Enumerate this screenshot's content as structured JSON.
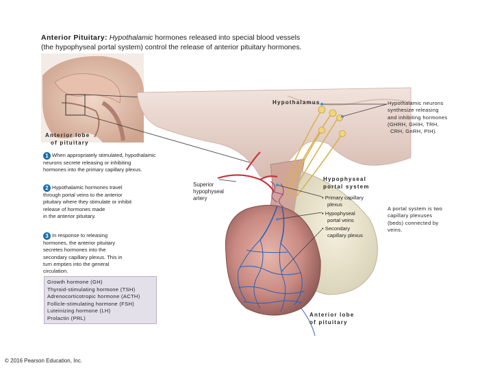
{
  "title": {
    "line1_bold": "Anterior Pituitary:",
    "line1_italic": "Hypothalamic",
    "line1_rest": "hormones released into special blood vessels",
    "line2": "(the hypophyseal portal system) control the release of anterior pituitary hormones."
  },
  "labels": {
    "hypothalamus": "Hypothalamus",
    "anterior_lobe_left_1": "Anterior lobe",
    "anterior_lobe_left_2": "of pituitary",
    "superior_artery_1": "Superior",
    "superior_artery_2": "hypophyseal",
    "superior_artery_3": "artery",
    "portal_system_1": "Hypophyseal",
    "portal_system_2": "portal system",
    "anterior_lobe_bottom_1": "Anterior lobe",
    "anterior_lobe_bottom_2": "of pituitary"
  },
  "portal_parts": [
    {
      "line1": "• Primary capillary",
      "line2": "plexus"
    },
    {
      "line1": "• Hypophyseal",
      "line2": "portal veins"
    },
    {
      "line1": "• Secondary",
      "line2": "capillary plexus"
    }
  ],
  "steps": [
    {
      "num": "1",
      "lines": [
        "When appropriately stimulated, hypothalamic",
        "neurons secrete releasing or inhibiting",
        "hormones into the primary capillary plexus."
      ]
    },
    {
      "num": "2",
      "lines": [
        "Hypothalamic hormones travel",
        "through portal veins to the anterior",
        "pituitary where they stimulate or inhibit",
        "release of hormones made",
        "in the anterior pituitary."
      ]
    },
    {
      "num": "3",
      "lines": [
        "In response to releasing",
        "hormones, the anterior pituitary",
        "secretes hormones into the",
        "secondary capillary plexus. This in",
        "turn empties into the general",
        "circulation."
      ]
    }
  ],
  "hormones": [
    "Growth hormone (GH)",
    "Thyroid-stimulating hormone (TSH)",
    "Adrenocorticotropic hormone (ACTH)",
    "Follicle-stimulating hormone (FSH)",
    "Luteinizing hormone (LH)",
    "Prolactin (PRL)"
  ],
  "neurons_note": [
    "Hypothalamic neurons",
    "synthesize releasing",
    "and inhibiting hormones",
    "(GHRH, GHIH, TRH,",
    "CRH, GnRH, PIH)."
  ],
  "portal_note": [
    "A portal system is two",
    "capillary plexuses",
    "(beds) connected by",
    "veins."
  ],
  "copyright": "© 2016 Pearson Education, Inc.",
  "colors": {
    "step_badge": "#1d6fa8",
    "hormone_box": "#e4e0ea",
    "vessel_blue": "#2a5fb8",
    "vessel_red": "#c8323a",
    "tissue_pink": "#c98a82",
    "neuron_yellow": "#e8c66a"
  }
}
